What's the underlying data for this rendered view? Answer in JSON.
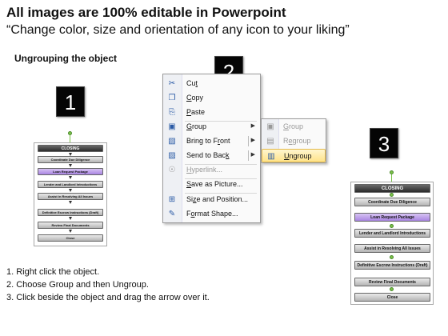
{
  "header": {
    "title": "All images are 100% editable in Powerpoint",
    "subtitle": "“Change color, size and orientation of any icon to your liking”",
    "section": "Ungrouping the object"
  },
  "badges": [
    "1",
    "2",
    "3"
  ],
  "flowchart": {
    "rows": [
      "CLOSING",
      "Coordinate Due Diligence",
      "Loan Request Package",
      "Lender and Landlord Introductions",
      "Assist in Resolving All Issues",
      "Definitive Escrow Instructions (Draft)",
      "Review Final Documents",
      "Close"
    ],
    "right_rows": [
      "CLOSING",
      "Coordinate Due Diligence",
      "Loan Request Package",
      "Lender and Landlord Introductions",
      "Assist in Resolving All Issues",
      "Definitive Escrow Instructions (Draft)",
      "Review Final Documents",
      "Close"
    ]
  },
  "context_menu": {
    "items": [
      {
        "pre": "Cu",
        "key": "t",
        "post": "",
        "icon": "✂"
      },
      {
        "pre": "",
        "key": "C",
        "post": "opy",
        "icon": "❐"
      },
      {
        "pre": "",
        "key": "P",
        "post": "aste",
        "icon": "⎘"
      },
      {
        "pre": "",
        "key": "G",
        "post": "roup",
        "icon": "▣"
      },
      {
        "pre": "Bring to F",
        "key": "r",
        "post": "ont",
        "icon": "▧"
      },
      {
        "pre": "Send to Bac",
        "key": "k",
        "post": "",
        "icon": "▨"
      },
      {
        "pre": "",
        "key": "H",
        "post": "yperlink...",
        "icon": "☉"
      },
      {
        "pre": "",
        "key": "S",
        "post": "ave as Picture...",
        "icon": ""
      },
      {
        "pre": "Si",
        "key": "z",
        "post": "e and Position...",
        "icon": "⊞"
      },
      {
        "pre": "F",
        "key": "o",
        "post": "rmat Shape...",
        "icon": "✎"
      }
    ],
    "submenu": [
      {
        "pre": "",
        "key": "G",
        "post": "roup",
        "icon": "▣"
      },
      {
        "pre": "R",
        "key": "e",
        "post": "group",
        "icon": "▤"
      },
      {
        "pre": "",
        "key": "U",
        "post": "ngroup",
        "icon": "▥"
      }
    ]
  },
  "steps": [
    "1.  Right click the object.",
    "2.  Choose Group and then Ungroup.",
    "3.  Click beside the object and drag the arrow over it."
  ]
}
